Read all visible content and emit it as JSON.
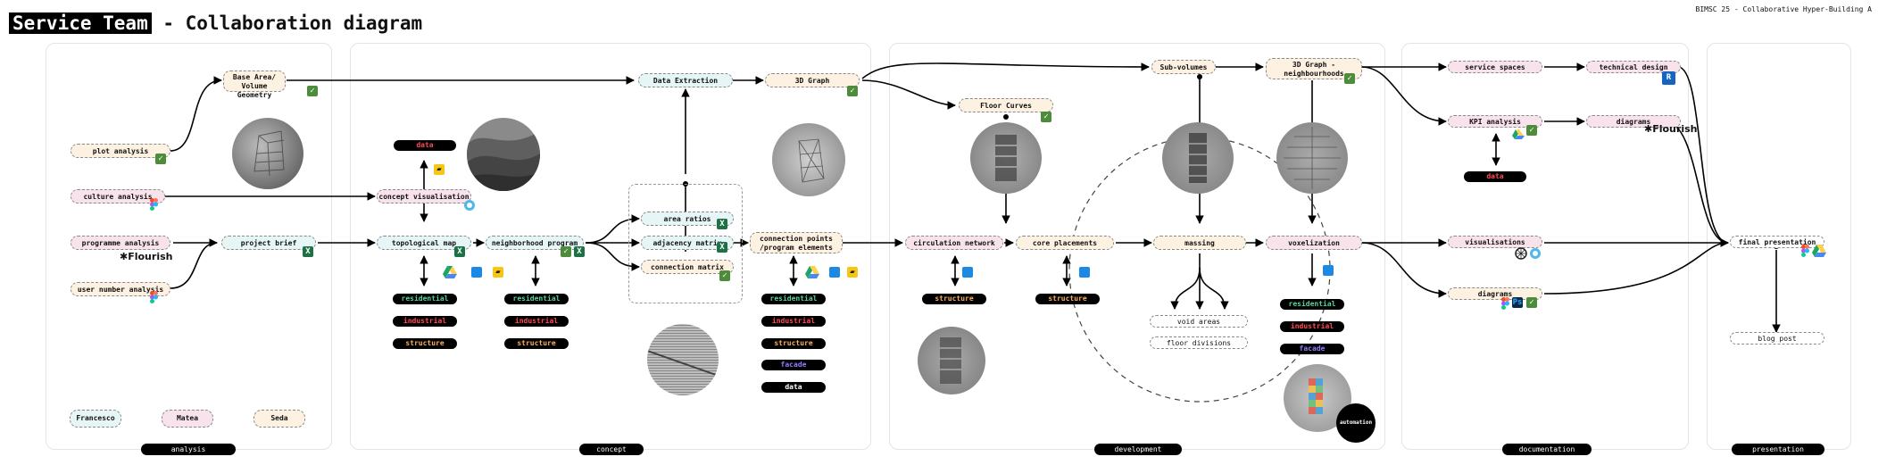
{
  "title": {
    "highlight": "Service Team",
    "rest": " - Collaboration diagram"
  },
  "corner": "BIMSC 25 - Collaborative  Hyper-Building A",
  "panels": [
    {
      "id": "analysis",
      "label": "analysis"
    },
    {
      "id": "concept",
      "label": "concept"
    },
    {
      "id": "development",
      "label": "development"
    },
    {
      "id": "documentation",
      "label": "documentation"
    },
    {
      "id": "presentation",
      "label": "presentation"
    }
  ],
  "nodes": {
    "plot_analysis": "plot analysis",
    "culture_analysis": "culture analysis",
    "programme_analysis": "programme analysis",
    "user_number_analysis": "user number analysis",
    "base_area": "Base Area/ Volume Geometry",
    "project_brief": "project brief",
    "concept_visualisation": "concept visualisation",
    "topological_map": "topological map",
    "neighborhood_program": "neighborhood program",
    "data_extraction": "Data Extraction",
    "graph_3d": "3D Graph",
    "area_ratios": "area ratios",
    "adjacency_matrix": "adjacency matrix",
    "connection_matrix": "connection matrix",
    "connection_points": "connection points /program elements",
    "floor_curves": "Floor Curves",
    "sub_volumes": "Sub-volumes",
    "graph_neighbourhoods": "3D Graph - neighbourhoods",
    "circulation_network": "circulation network",
    "core_placements": "core placements",
    "massing": "massing",
    "voxelization": "voxelization",
    "void_areas": "void areas",
    "floor_divisions": "floor divisions",
    "service_spaces": "service spaces",
    "technical_design": "technical design",
    "kpi_analysis": "KPI analysis",
    "diagrams_doc": "diagrams",
    "visualisations": "visualisations",
    "diagrams": "diagrams",
    "final_presentation": "final presentation",
    "blog_post": "blog post"
  },
  "tags": {
    "data": "data",
    "residential": "residential",
    "industrial": "industrial",
    "structure": "structure",
    "facade": "facade",
    "automation": "automation"
  },
  "people": [
    "Francesco",
    "Matea",
    "Seda"
  ],
  "tools": {
    "flourish": "Flourish"
  },
  "colors": {
    "teal": "#e6f5f5",
    "pink": "#f8e3ec",
    "peach": "#fdf1e1",
    "green_tag": "#56d39a",
    "red_tag": "#ff4b55",
    "orange_tag": "#ffb15a",
    "blue_tag": "#8f7dff"
  },
  "icons": [
    "check-icon",
    "excel-icon",
    "figma-icon",
    "google-drive-icon",
    "cube-icon",
    "miro-icon",
    "openai-icon",
    "rhino-icon",
    "revit-icon",
    "photoshop-icon",
    "flourish-icon"
  ]
}
